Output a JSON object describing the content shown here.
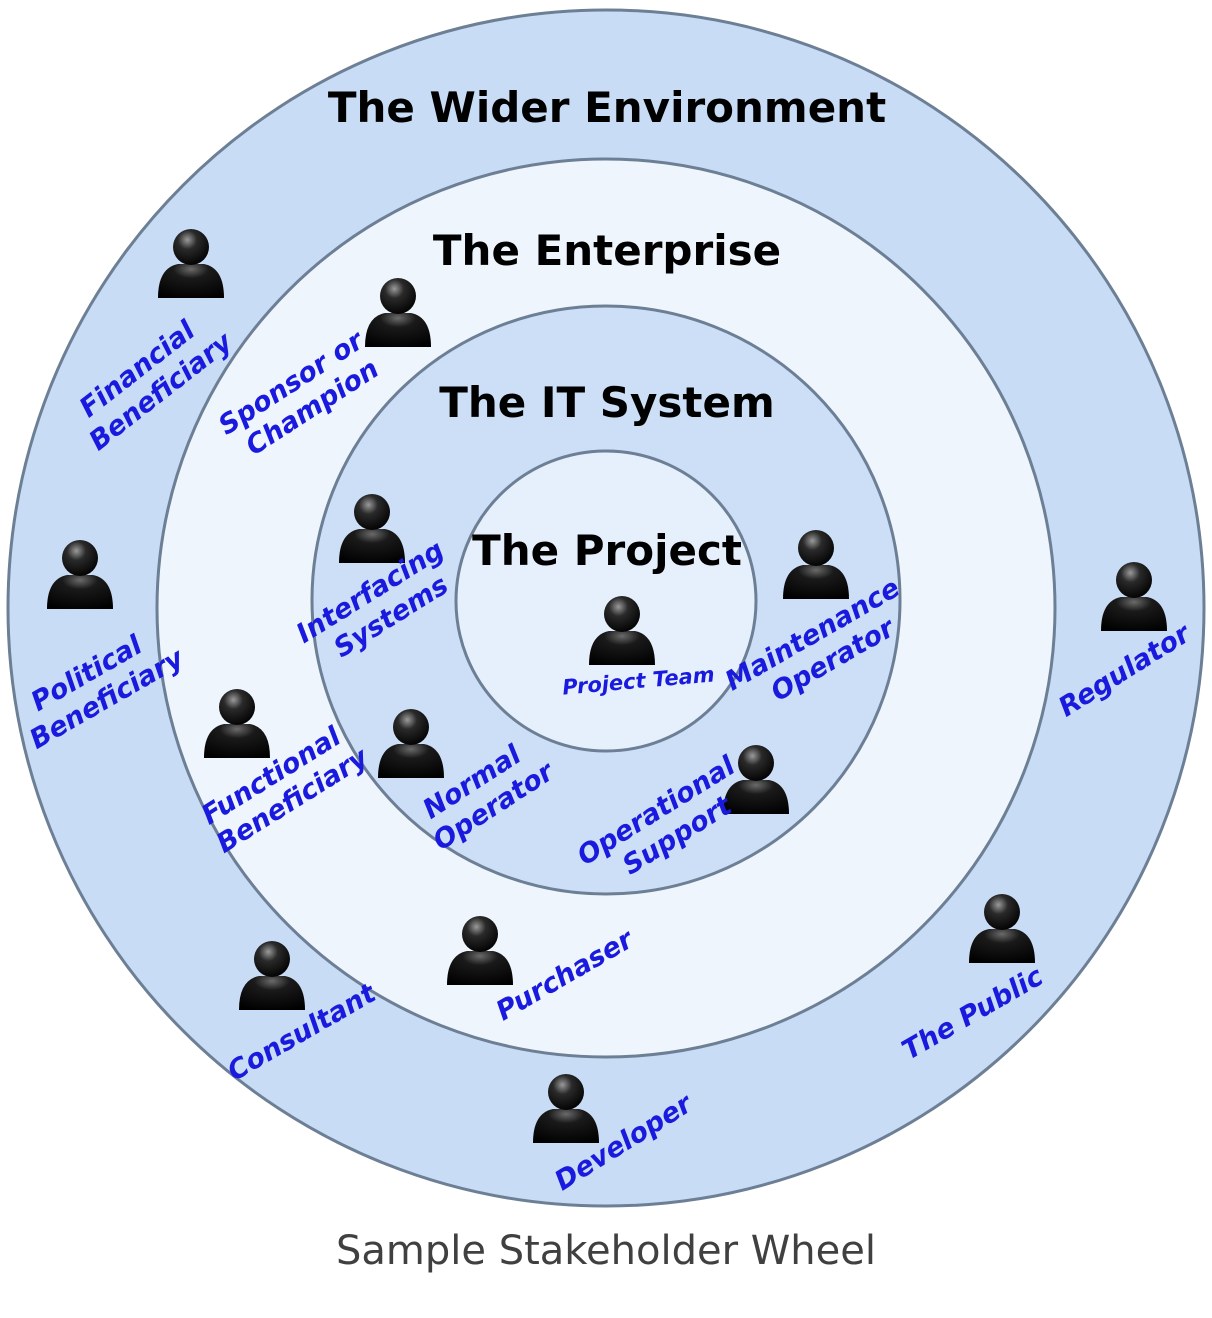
{
  "caption": "Sample Stakeholder Wheel",
  "rings": {
    "wider": {
      "title": "The Wider Environment"
    },
    "enterprise": {
      "title": "The Enterprise"
    },
    "it_system": {
      "title": "The IT System"
    },
    "project": {
      "title": "The Project"
    }
  },
  "stakeholders": {
    "financial_beneficiary": [
      "Financial",
      "Beneficiary"
    ],
    "political_beneficiary": [
      "Political",
      "Beneficiary"
    ],
    "consultant": [
      "Consultant"
    ],
    "developer": [
      "Developer"
    ],
    "the_public": [
      "The Public"
    ],
    "regulator": [
      "Regulator"
    ],
    "sponsor_or_champion": [
      "Sponsor or",
      "Champion"
    ],
    "functional_beneficiary": [
      "Functional",
      "Beneficiary"
    ],
    "purchaser": [
      "Purchaser"
    ],
    "interfacing_systems": [
      "Interfacing",
      "Systems"
    ],
    "normal_operator": [
      "Normal",
      "Operator"
    ],
    "operational_support": [
      "Operational",
      "Support"
    ],
    "maintenance_operator": [
      "Maintenance",
      "Operator"
    ],
    "project_team": [
      "Project Team"
    ]
  },
  "colors": {
    "outer_ring": "#c9dcf5",
    "enterprise_ring": "#eef5fd",
    "it_ring": "#cddff6",
    "project_ring": "#e6f0fc",
    "ring_stroke": "#6c7f95",
    "label": "#1a1adf"
  },
  "icons": {
    "person": "person-icon"
  }
}
